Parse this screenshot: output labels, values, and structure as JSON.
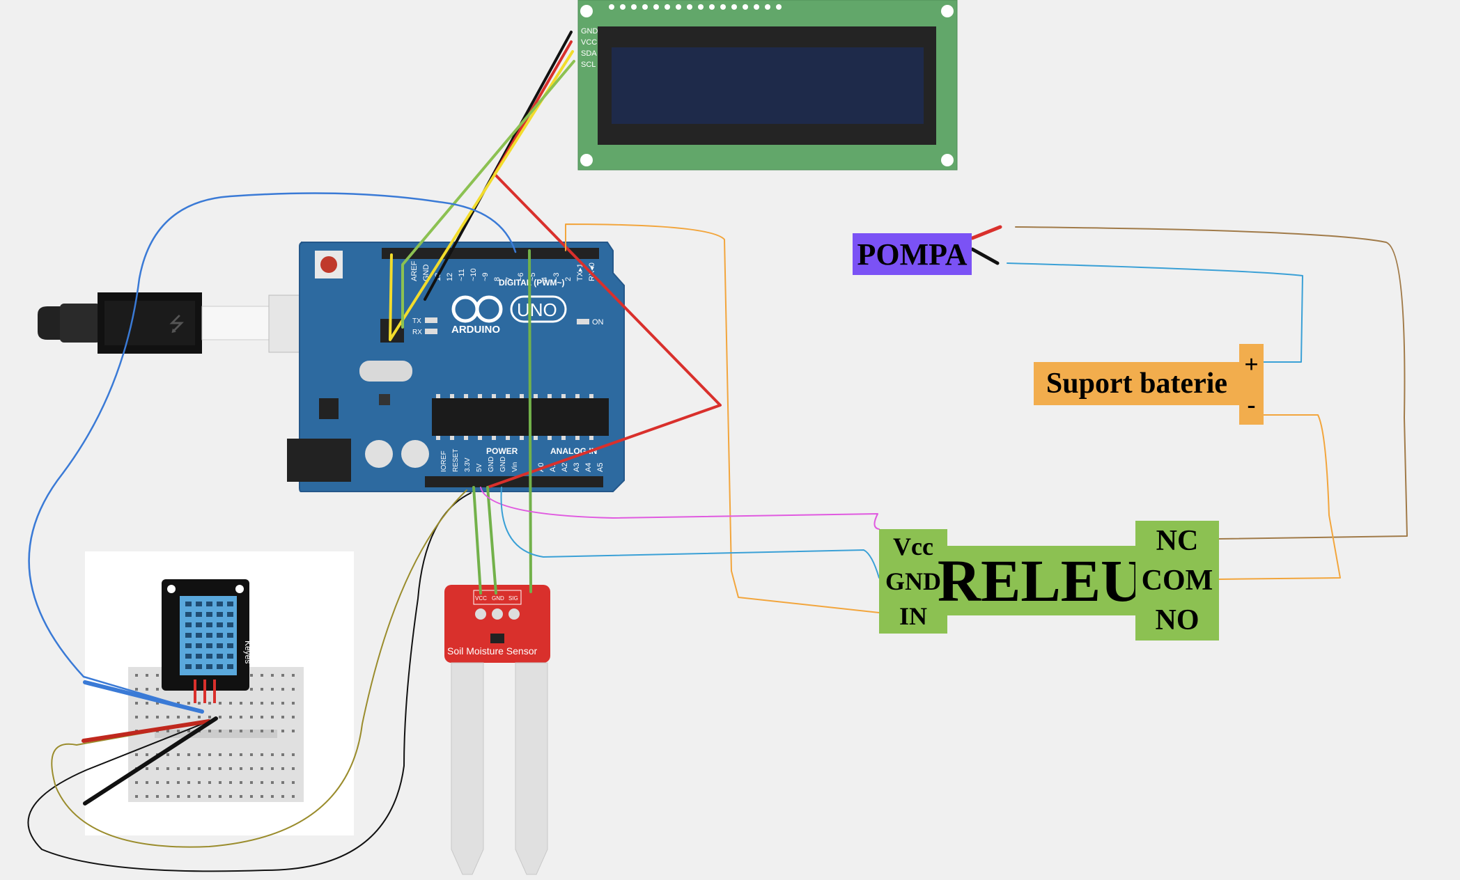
{
  "labels": {
    "pompa": "POMPA",
    "battery": "Suport baterie",
    "battery_plus": "+",
    "battery_minus": "-",
    "relay_title": "RELEU",
    "relay_left": [
      "Vcc",
      "GND",
      "IN"
    ],
    "relay_right": [
      "NC",
      "COM",
      "NO"
    ]
  },
  "board": {
    "brand": "ARDUINO",
    "model": "UNO",
    "digital_header": "DIGITAL (PWM~)",
    "power_header": "POWER",
    "analog_header": "ANALOG IN",
    "on_label": "ON",
    "tx": "TX",
    "rx": "RX",
    "pins_digital": [
      "AREF",
      "GND",
      "13",
      "12",
      "~11",
      "~10",
      "~9",
      "8",
      "7",
      "~6",
      "~5",
      "4",
      "~3",
      "2",
      "TX▸1",
      "RX◂0"
    ],
    "pins_power": [
      "IOREF",
      "RESET",
      "3.3V",
      "5V",
      "GND",
      "GND",
      "Vin"
    ],
    "pins_analog": [
      "A0",
      "A1",
      "A2",
      "A3",
      "A4",
      "A5"
    ]
  },
  "lcd_pins": [
    "GND",
    "VCC",
    "SDA",
    "SCL"
  ],
  "dht_label": "Keyes",
  "sensor_label": "Soil Moisture Sensor",
  "sensor_pins": [
    "VCC",
    "GND",
    "SIG"
  ],
  "colors": {
    "background": "#f0f0f0",
    "pompa": "#7b52f5",
    "battery": "#f2ad4d",
    "relay": "#8cc152",
    "board": "#2d6aa0",
    "lcd_pcb": "#62a76a",
    "lcd_screen": "#1e2a4a",
    "sensor": "#d9302c",
    "dht": "#5aa8dc"
  }
}
